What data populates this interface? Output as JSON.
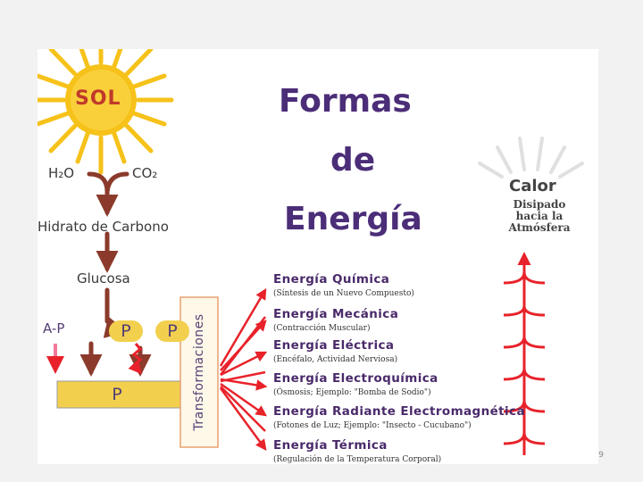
{
  "title": {
    "line1": "Formas",
    "line2": "de",
    "line3": "Energía"
  },
  "sun": {
    "label": "SOL"
  },
  "inputs": {
    "h2o": "H₂O",
    "co2": "CO₂"
  },
  "hidrato": "Hidrato de Carbono",
  "glucosa": "Glucosa",
  "ap": "A-P",
  "p_label": "P",
  "transformaciones": "Transformaciones",
  "calor": {
    "label": "Calor",
    "line1": "Disipado",
    "line2": "hacia la",
    "line3": "Atmósfera"
  },
  "energies": [
    {
      "name": "Energía Química",
      "desc": "(Síntesis de un Nuevo Compuesto)"
    },
    {
      "name": "Energía Mecánica",
      "desc": "(Contracción Muscular)"
    },
    {
      "name": "Energía Eléctrica",
      "desc": "(Encéfalo, Actividad Nerviosa)"
    },
    {
      "name": "Energía Electroquímica",
      "desc": "(Ósmosis; Ejemplo: \"Bomba de Sodio\")"
    },
    {
      "name": "Energía Radiante Electromagnética",
      "desc": "(Fotones de Luz; Ejemplo: \"Insecto - Cucubano\")"
    },
    {
      "name": "Energía Térmica",
      "desc": "(Regulación de la Temperatura Corporal)"
    }
  ],
  "page_number": "9",
  "colors": {
    "title": "#4b2d78",
    "sun_yellow": "#f6c21a",
    "arrow_red": "#e8222a",
    "bar_yellow": "#f2d04e",
    "pink_arrow": "#f07a9a"
  }
}
